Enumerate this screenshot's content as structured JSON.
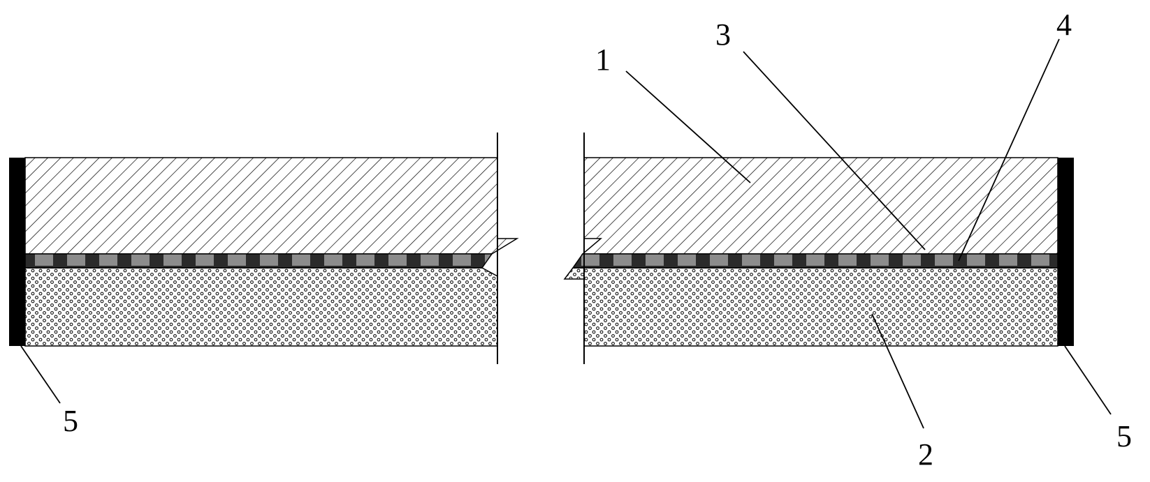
{
  "diagram": {
    "labels": {
      "label_1": "1",
      "label_2": "2",
      "label_3": "3",
      "label_4": "4",
      "label_5_left": "5",
      "label_5_right": "5"
    },
    "colors": {
      "line": "#000000",
      "background": "#ffffff",
      "middle_layer_fill": "#2b2b2b",
      "middle_layer_square": "#8c8c8c"
    }
  }
}
